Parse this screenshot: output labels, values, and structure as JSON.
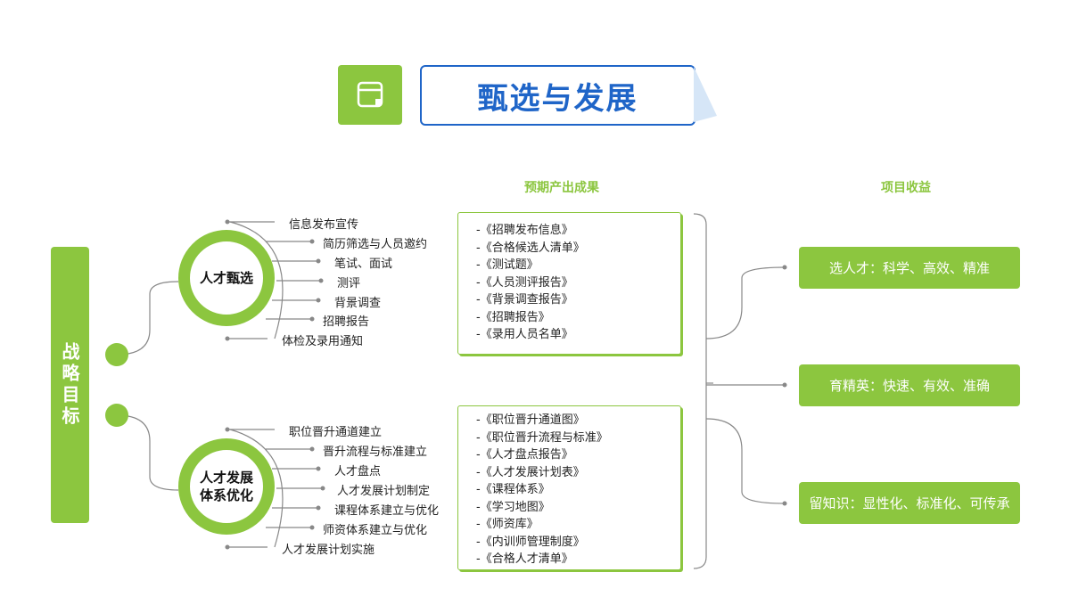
{
  "title": "甄选与发展",
  "title_icon": "calendar-icon",
  "headers": {
    "outputs": "预期产出成果",
    "benefits": "项目收益"
  },
  "goal": "战略目标",
  "branches": [
    {
      "label": "人才甄选",
      "items": [
        "信息发布宣传",
        "简历筛选与人员邀约",
        "笔试、面试",
        "测评",
        "背景调查",
        "招聘报告",
        "体检及录用通知"
      ],
      "outputs": [
        "-《招聘发布信息》",
        "-《合格候选人清单》",
        "-《测试题》",
        "-《人员测评报告》",
        "-《背景调查报告》",
        "-《招聘报告》",
        "-《录用人员名单》"
      ]
    },
    {
      "label_line1": "人才发展",
      "label_line2": "体系优化",
      "items": [
        "职位晋升通道建立",
        "晋升流程与标准建立",
        "人才盘点",
        "人才发展计划制定",
        "课程体系建立与优化",
        "师资体系建立与优化",
        "人才发展计划实施"
      ],
      "outputs": [
        "-《职位晋升通道图》",
        "-《职位晋升流程与标准》",
        "-《人才盘点报告》",
        "-《人才发展计划表》",
        "-《课程体系》",
        "-《学习地图》",
        "-《师资库》",
        "-《内训师管理制度》",
        "-《合格人才清单》"
      ]
    }
  ],
  "benefits": [
    "选人才：科学、高效、精准",
    "育精英：快速、有效、准确",
    "留知识：显性化、标准化、可传承"
  ],
  "colors": {
    "green": "#8cc63f",
    "blue": "#1f65c8",
    "line": "#888888"
  }
}
